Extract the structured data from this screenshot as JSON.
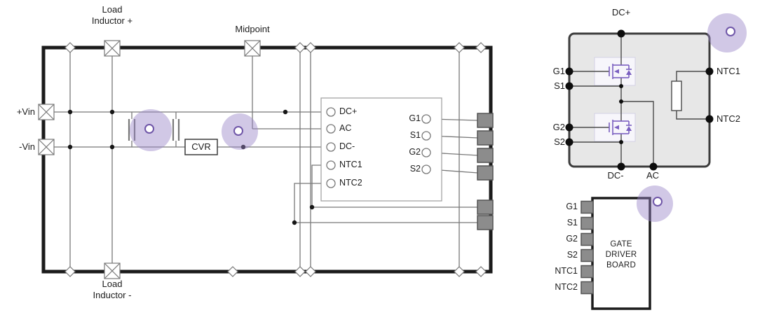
{
  "diagram": {
    "left_board": {
      "load_inductor_plus": "Load\nInductor +",
      "load_inductor_minus": "Load\nInductor -",
      "midpoint": "Midpoint",
      "vin_plus": "+Vin",
      "vin_minus": "-Vin",
      "cvr": "CVR",
      "connector_block": {
        "left_pins": [
          "DC+",
          "AC",
          "DC-",
          "NTC1",
          "NTC2"
        ],
        "right_pins": [
          "G1",
          "S1",
          "G2",
          "S2"
        ]
      }
    },
    "power_module": {
      "top_pin": "DC+",
      "left_pins": [
        "G1",
        "S1",
        "G2",
        "S2"
      ],
      "right_pins": [
        "NTC1",
        "NTC2"
      ],
      "bottom_pins": [
        "DC-",
        "AC"
      ]
    },
    "gate_driver_board": {
      "title": "GATE\nDRIVER\nBOARD",
      "pins": [
        "G1",
        "S1",
        "G2",
        "S2",
        "NTC1",
        "NTC2"
      ]
    },
    "colors": {
      "wire": "#787878",
      "outline": "#1b1b1b",
      "pad_fill": "#8c8c8c",
      "annotation_fill": "#9a86c8",
      "annotation_ring": "#6f56a8",
      "mosfet_purple": "#7a5fc0",
      "module_fill": "#e7e7e7"
    }
  }
}
